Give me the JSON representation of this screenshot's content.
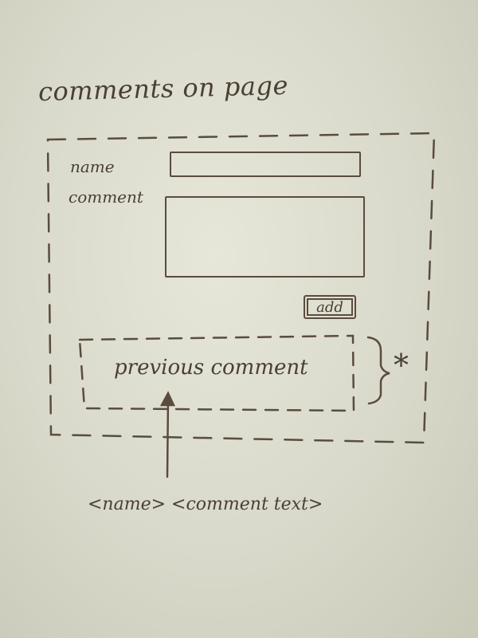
{
  "title": "comments on page",
  "form": {
    "name_label": "name",
    "comment_label": "comment",
    "add_label": "add"
  },
  "previous": {
    "label": "previous comment",
    "repeat_mark": "*"
  },
  "format": {
    "text": "<name> <comment text>"
  },
  "colors": {
    "ink": "#4a3f33",
    "whiteboard": "#dcdccf"
  }
}
